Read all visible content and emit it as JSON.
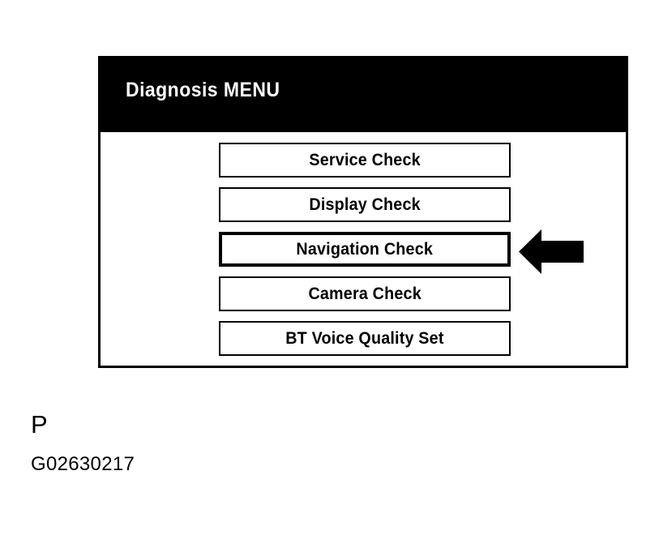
{
  "screen": {
    "header": {
      "title": "Diagnosis MENU",
      "background_color": "#000000",
      "text_color": "#FFFFFF"
    },
    "menu": {
      "items": [
        {
          "label": "Service Check",
          "selected": false
        },
        {
          "label": "Display Check",
          "selected": false
        },
        {
          "label": "Navigation Check",
          "selected": true
        },
        {
          "label": "Camera Check",
          "selected": false
        },
        {
          "label": "BT Voice Quality Set",
          "selected": false
        }
      ]
    },
    "annotation": {
      "arrow_icon": "left-arrow-icon",
      "arrow_points_to": "Navigation Check",
      "arrow_color": "#000000"
    },
    "border_color": "#000000",
    "background_color": "#FFFFFF"
  },
  "caption": {
    "marker": "P",
    "figure_code": "G02630217"
  }
}
